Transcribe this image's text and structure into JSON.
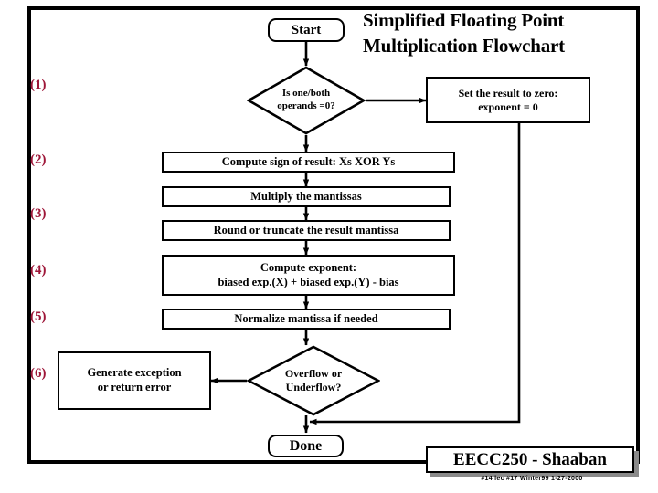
{
  "slide": {
    "title_line1": "Simplified Floating Point",
    "title_line2": "Multiplication Flowchart"
  },
  "steps": [
    {
      "id": "step-1",
      "label": "(1)"
    },
    {
      "id": "step-2",
      "label": "(2)"
    },
    {
      "id": "step-3",
      "label": "(3)"
    },
    {
      "id": "step-4",
      "label": "(4)"
    },
    {
      "id": "step-5",
      "label": "(5)"
    },
    {
      "id": "step-6",
      "label": "(6)"
    }
  ],
  "flowchart": {
    "start": "Start",
    "decision_zero_line1": "Is one/both",
    "decision_zero_line2": "operands =0?",
    "set_zero_line1": "Set the result to zero:",
    "set_zero_line2": "exponent = 0",
    "compute_sign": "Compute sign of result:  Xs  XOR  Ys",
    "multiply_mantissas": "Multiply the mantissas",
    "round_truncate": "Round or truncate the result mantissa",
    "compute_exponent_line1": "Compute exponent:",
    "compute_exponent_line2": "biased exp.(X)  +  biased exp.(Y)  - bias",
    "normalize": "Normalize mantissa if needed",
    "generate_exception_line1": "Generate exception",
    "generate_exception_line2": "or return error",
    "overflow_line1": "Overflow or",
    "overflow_line2": "Underflow?",
    "done": "Done"
  },
  "footer": {
    "course": "EECC250 - Shaaban",
    "meta": "#14  lec #17   Winter99   1-27-2000"
  },
  "colors": {
    "step_number": "#9E1638",
    "stroke": "#000000",
    "background": "#ffffff",
    "footer_shadow": "#8a8a8a"
  }
}
